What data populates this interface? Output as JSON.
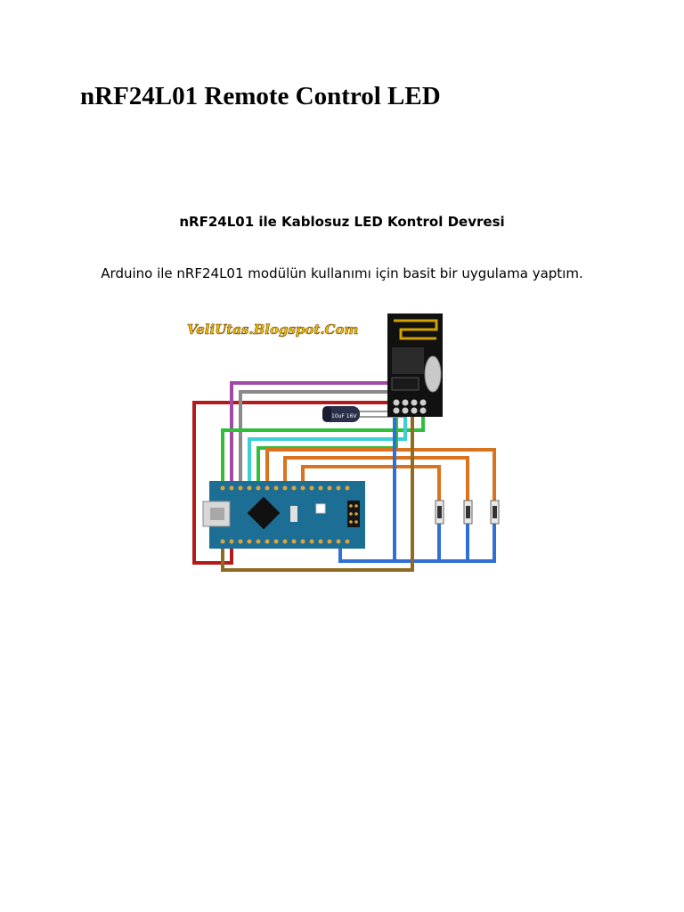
{
  "document": {
    "title": "nRF24L01 Remote Control LED",
    "subtitle": "nRF24L01 ile Kablosuz LED Kontrol Devresi",
    "description": "Arduino ile nRF24L01 modülün kullanımı için basit bir uygulama yaptım."
  },
  "figure": {
    "watermark": "VeliUtas.Blogspot.Com",
    "capacitor_label": "10uF 16V",
    "wire_colors": {
      "red": "#b31b1b",
      "purple": "#a04aa6",
      "gray": "#8a8a8a",
      "green": "#2fbf3a",
      "cyan": "#3ad0d4",
      "orange": "#d9731f",
      "blue": "#2f6fd6",
      "brown": "#8f6a22"
    },
    "board_color": "#1d6e94",
    "module_color": "#111111"
  }
}
